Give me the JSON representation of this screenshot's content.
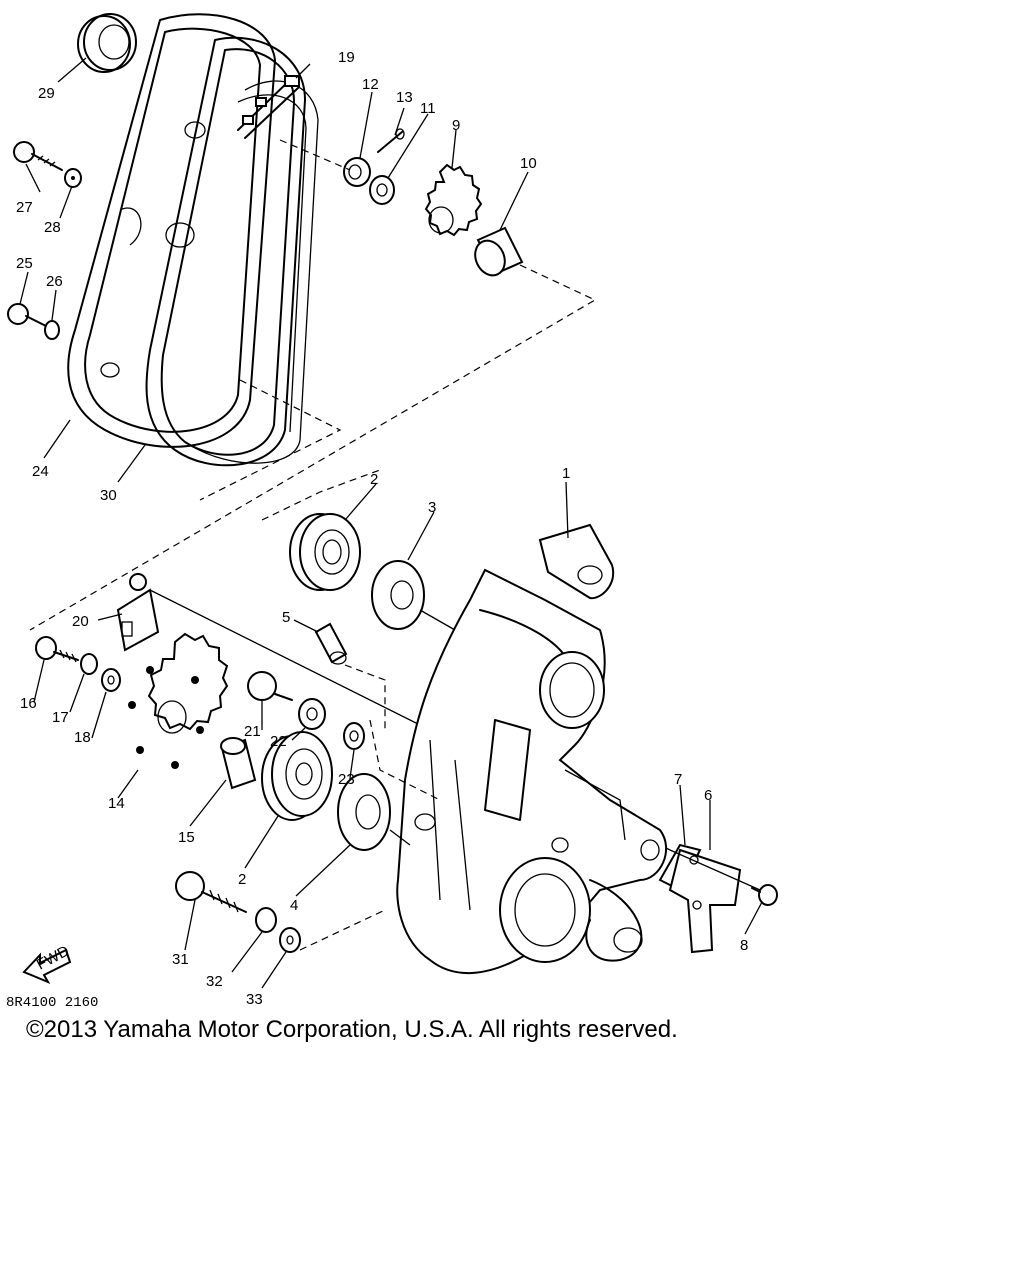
{
  "diagram": {
    "parts": [
      "1",
      "2",
      "3",
      "4",
      "5",
      "6",
      "7",
      "8",
      "9",
      "10",
      "11",
      "12",
      "13",
      "14",
      "15",
      "16",
      "17",
      "18",
      "19",
      "20",
      "21",
      "22",
      "23",
      "24",
      "25",
      "26",
      "27",
      "28",
      "29",
      "30",
      "31",
      "32",
      "33"
    ],
    "second_bearing_label": "2",
    "arrow_text": "FWD",
    "drawing_code": "8R4100 2160"
  },
  "copyright": "©2013 Yamaha Motor Corporation, U.S.A. All rights reserved."
}
